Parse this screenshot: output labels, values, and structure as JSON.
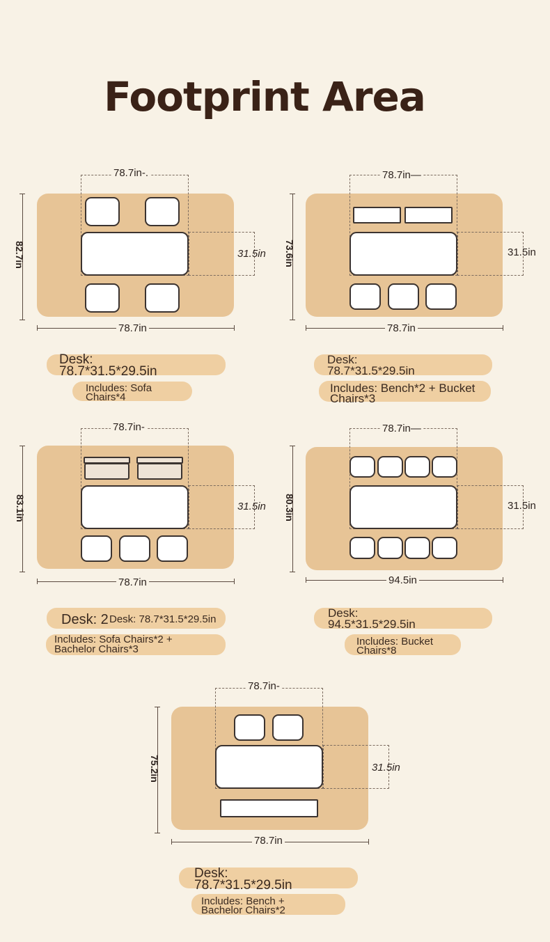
{
  "title": "Footprint Area",
  "layouts": [
    {
      "top_width": "78.7in-.",
      "bottom_width": "78.7in",
      "depth": "82.7in",
      "desk_depth": "31.5in",
      "desk_label": "Desk:",
      "desk_size": "78.7*31.5*29.5in",
      "includes": "Includes: Sofa",
      "includes_line2": "Chairs*4"
    },
    {
      "top_width": "78.7in—",
      "bottom_width": "78.7in",
      "depth": "73.6in",
      "desk_depth": "31.5in",
      "desk_label": "Desk:",
      "desk_size": "78.7*31.5*29.5in",
      "includes": "Includes: Bench*2 + Bucket",
      "includes_line2": "Chairs*3"
    },
    {
      "top_width": "78.7in-",
      "bottom_width": "78.7in",
      "depth": "83.1in",
      "desk_depth": "31.5in",
      "desk_label": "Desk: 2",
      "desk_size": "Desk: 78.7*31.5*29.5in",
      "includes": "Includes: Sofa Chairs*2 +",
      "includes_line2": "Bachelor Chairs*3"
    },
    {
      "top_width": "78.7in—",
      "bottom_width": "94.5in",
      "depth": "80.3in",
      "desk_depth": "31.5in",
      "desk_label": "Desk:",
      "desk_size": "94.5*31.5*29.5in",
      "includes": "Includes: Bucket",
      "includes_line2": "Chairs*8"
    },
    {
      "top_width": "78.7in-",
      "bottom_width": "78.7in",
      "depth": "75.2in",
      "desk_depth": "31.5in",
      "desk_label": "Desk:",
      "desk_size": "78.7*31.5*29.5in",
      "includes": "Includes: Bench +",
      "includes_line2": "Bachelor Chairs*2"
    }
  ]
}
